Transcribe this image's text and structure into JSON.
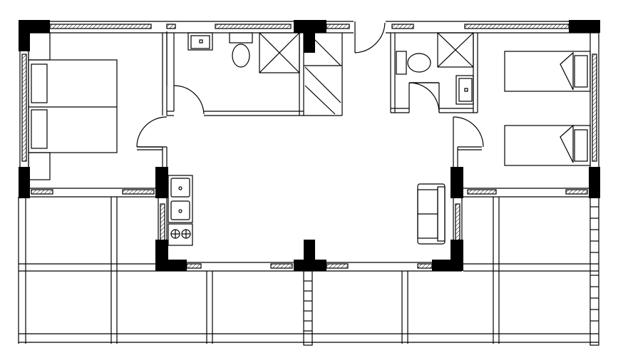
{
  "drawing": {
    "type": "architectural-floor-plan",
    "labels": [],
    "colors": {
      "background": "#ffffff",
      "line": "#000000",
      "column_fill": "#000000"
    }
  },
  "rooms": [
    {
      "id": "bedroom-left",
      "furniture": [
        "double-bed",
        "nightstand-top",
        "nightstand-bottom"
      ]
    },
    {
      "id": "bathroom-left",
      "fixtures": [
        "sink",
        "toilet",
        "shower"
      ]
    },
    {
      "id": "closet-left",
      "fixtures": []
    },
    {
      "id": "living-kitchen",
      "fixtures": [
        "double-sink",
        "cooktop",
        "sofa"
      ]
    },
    {
      "id": "bathroom-right",
      "fixtures": [
        "toilet",
        "shower",
        "sink"
      ]
    },
    {
      "id": "bedroom-right",
      "furniture": [
        "single-bed",
        "single-bed"
      ]
    },
    {
      "id": "veranda",
      "fixtures": [
        "steps-left",
        "steps-right"
      ]
    }
  ],
  "icons": {
    "door": "door-swing-icon",
    "window": "window-icon",
    "column": "column-icon",
    "stairs": "stairs-icon"
  }
}
